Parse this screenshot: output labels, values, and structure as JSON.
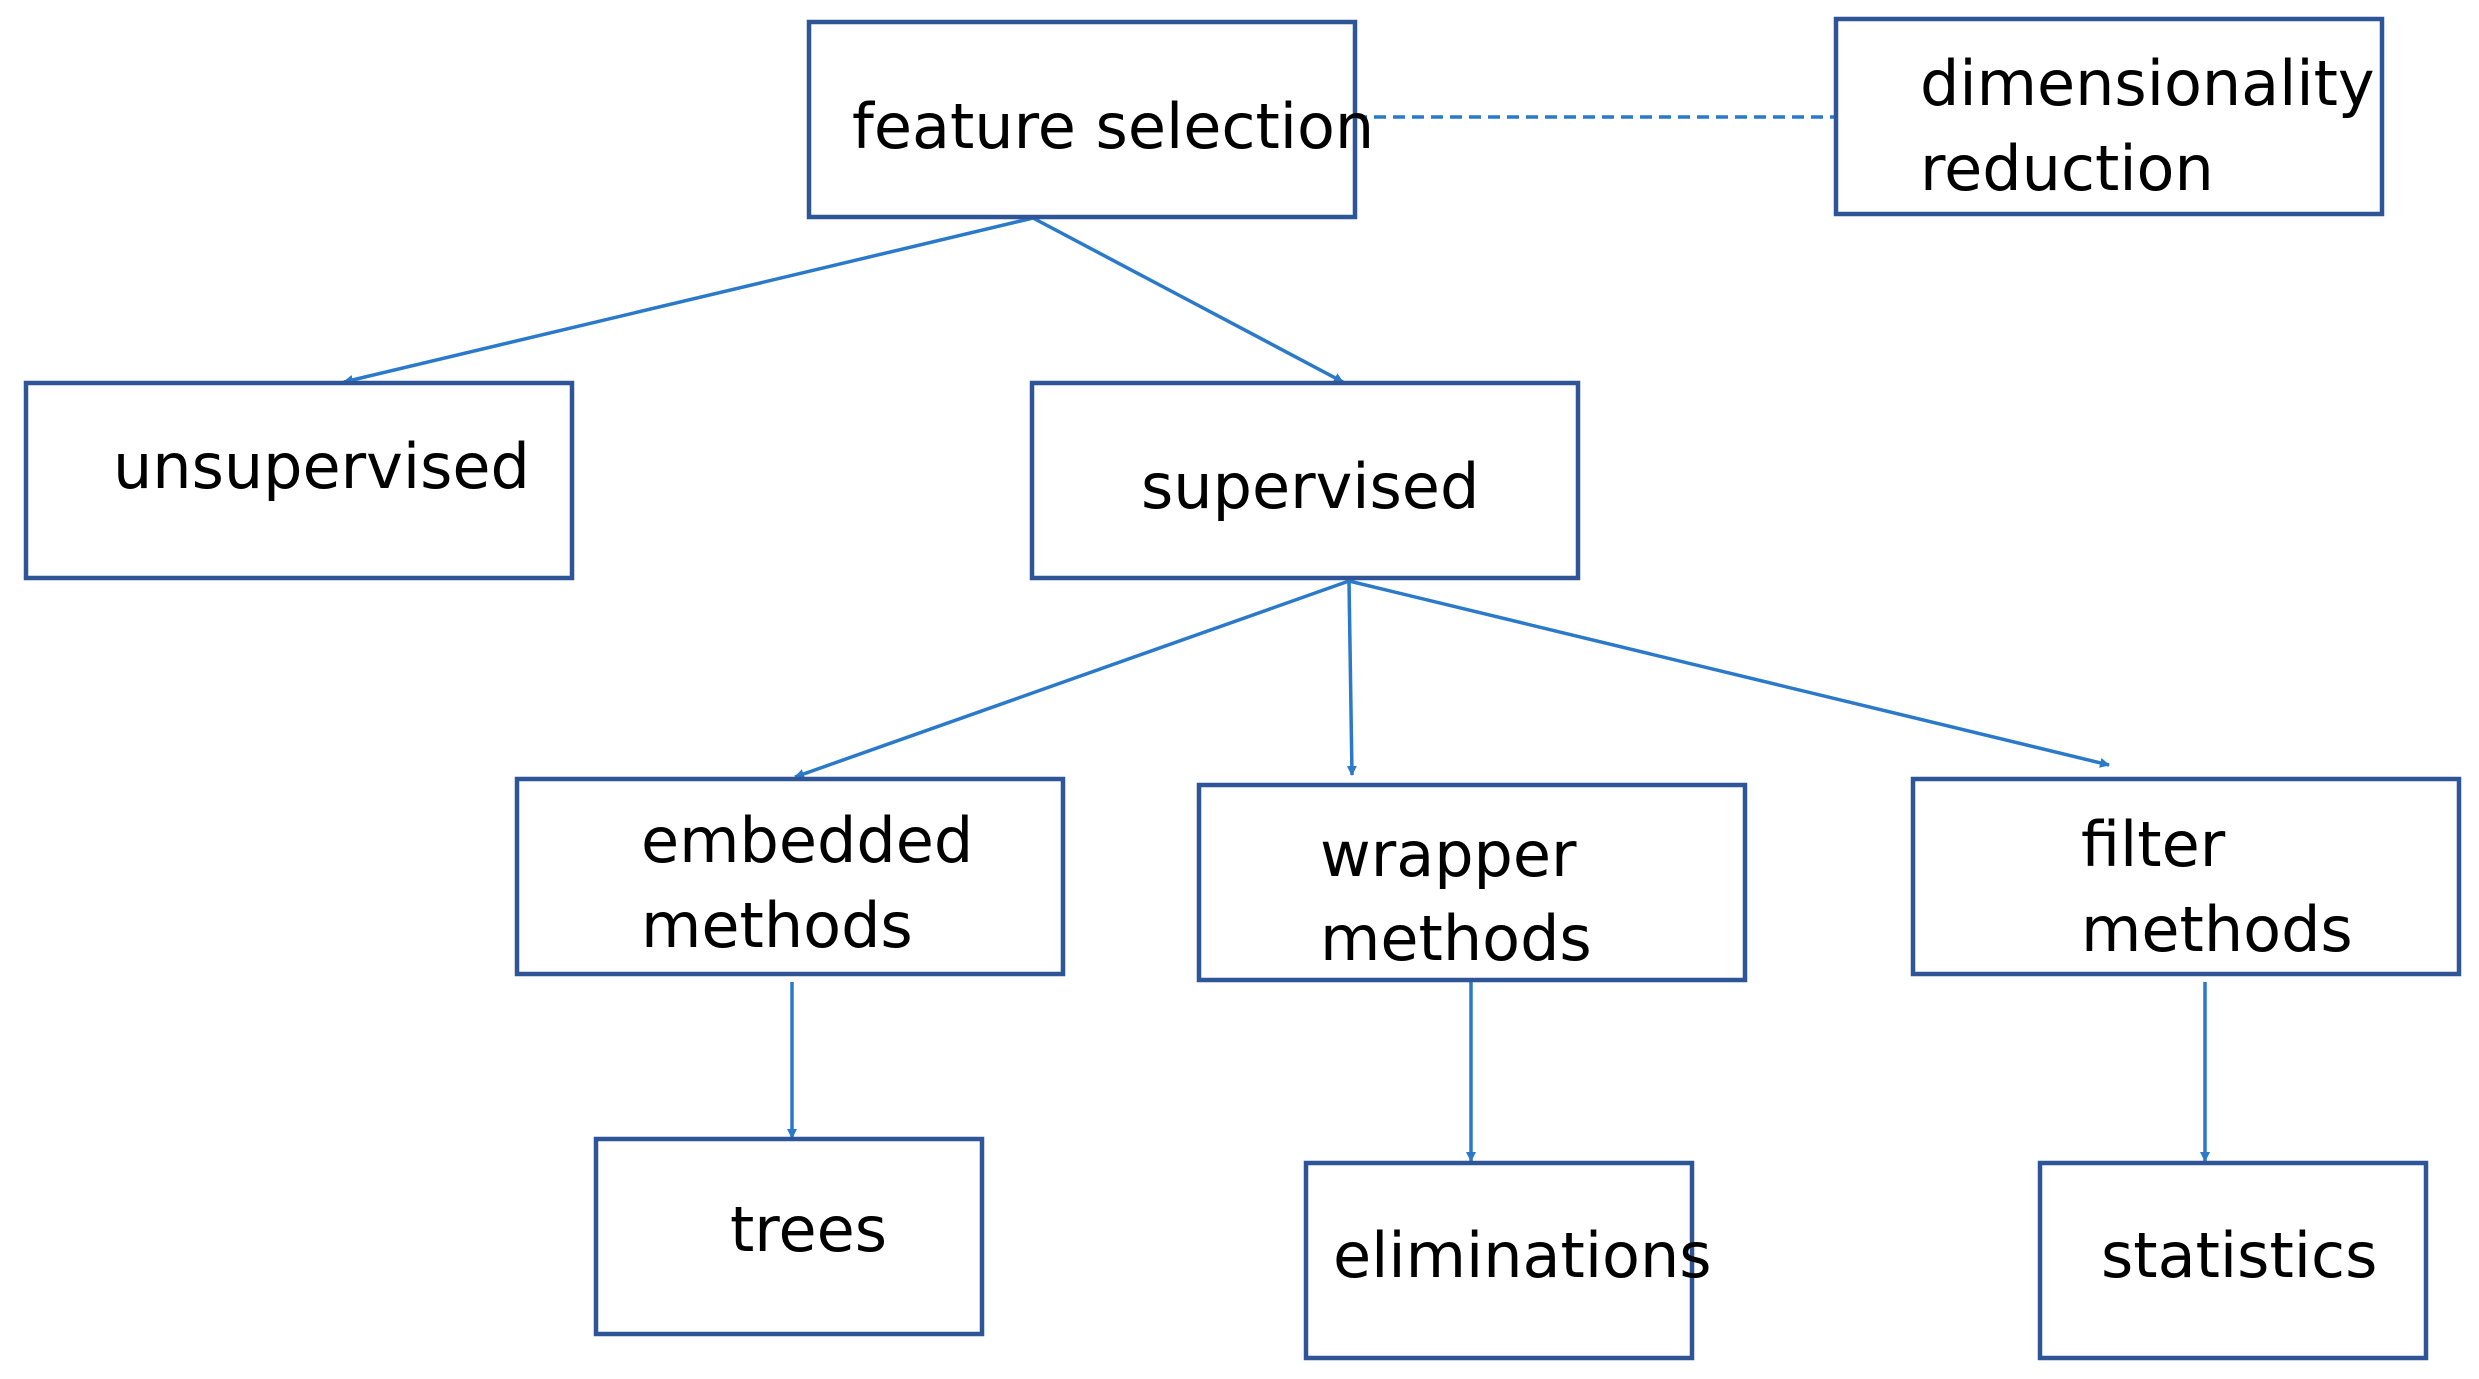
{
  "colors": {
    "box_border": "#2E5597",
    "connector": "#2B79C9",
    "text": "#000000",
    "background": "#ffffff"
  },
  "nodes": {
    "feature_selection": [
      "feature selection"
    ],
    "dimensionality_reduction": [
      "dimensionality",
      "reduction"
    ],
    "unsupervised": [
      "unsupervised"
    ],
    "supervised": [
      "supervised"
    ],
    "embedded_methods": [
      "embedded",
      "methods"
    ],
    "wrapper_methods": [
      "wrapper",
      "methods"
    ],
    "filter_methods": [
      "filter",
      "methods"
    ],
    "trees": [
      "trees"
    ],
    "eliminations": [
      "eliminations"
    ],
    "statistics": [
      "statistics"
    ]
  },
  "edges": [
    {
      "from": "feature_selection",
      "to": "dimensionality_reduction",
      "style": "dashed",
      "arrow": false
    },
    {
      "from": "feature_selection",
      "to": "unsupervised",
      "style": "solid",
      "arrow": true
    },
    {
      "from": "feature_selection",
      "to": "supervised",
      "style": "solid",
      "arrow": true
    },
    {
      "from": "supervised",
      "to": "embedded_methods",
      "style": "solid",
      "arrow": true
    },
    {
      "from": "supervised",
      "to": "wrapper_methods",
      "style": "solid",
      "arrow": true
    },
    {
      "from": "supervised",
      "to": "filter_methods",
      "style": "solid",
      "arrow": true
    },
    {
      "from": "embedded_methods",
      "to": "trees",
      "style": "solid",
      "arrow": true
    },
    {
      "from": "wrapper_methods",
      "to": "eliminations",
      "style": "solid",
      "arrow": true
    },
    {
      "from": "filter_methods",
      "to": "statistics",
      "style": "solid",
      "arrow": true
    }
  ]
}
